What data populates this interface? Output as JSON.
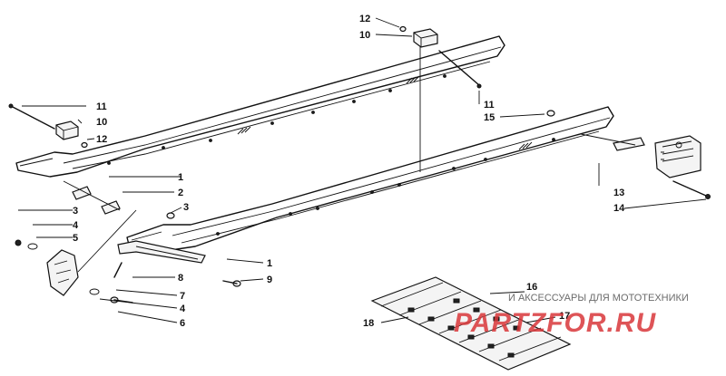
{
  "diagram": {
    "callouts": [
      {
        "id": "c12a",
        "label": "12"
      },
      {
        "id": "c10a",
        "label": "10"
      },
      {
        "id": "c11a",
        "label": "11"
      },
      {
        "id": "c15",
        "label": "15"
      },
      {
        "id": "c11b",
        "label": "11"
      },
      {
        "id": "c10b",
        "label": "10"
      },
      {
        "id": "c12b",
        "label": "12"
      },
      {
        "id": "c1a",
        "label": "1"
      },
      {
        "id": "c2",
        "label": "2"
      },
      {
        "id": "c3a",
        "label": "3"
      },
      {
        "id": "c3b",
        "label": "3"
      },
      {
        "id": "c4a",
        "label": "4"
      },
      {
        "id": "c5",
        "label": "5"
      },
      {
        "id": "c13",
        "label": "13"
      },
      {
        "id": "c14",
        "label": "14"
      },
      {
        "id": "c1b",
        "label": "1"
      },
      {
        "id": "c9",
        "label": "9"
      },
      {
        "id": "c8",
        "label": "8"
      },
      {
        "id": "c7",
        "label": "7"
      },
      {
        "id": "c4b",
        "label": "4"
      },
      {
        "id": "c6",
        "label": "6"
      },
      {
        "id": "c16",
        "label": "16"
      },
      {
        "id": "c18",
        "label": "18"
      },
      {
        "id": "c17",
        "label": "17"
      }
    ]
  },
  "watermark": {
    "text": "И АКСЕССУАРЫ ДЛЯ МОТОТЕХНИКИ",
    "brand": "PARTZFOR.RU"
  }
}
